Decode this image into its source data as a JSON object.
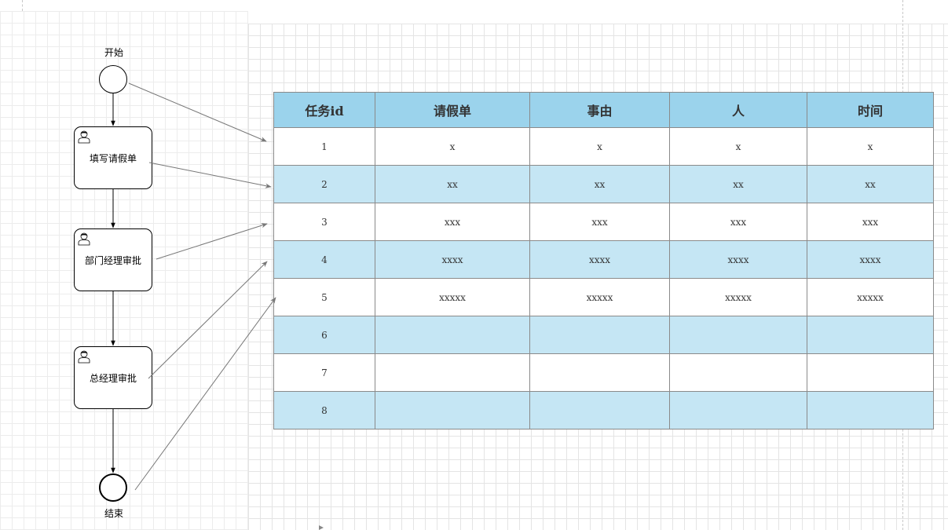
{
  "diagram": {
    "start_label": "开始",
    "end_label": "结束",
    "tasks": [
      {
        "label": "填写请假单"
      },
      {
        "label": "部门经理审批"
      },
      {
        "label": "总经理审批"
      }
    ],
    "flows": [
      {
        "from": "start",
        "to": "task-1"
      },
      {
        "from": "task-1",
        "to": "task-2"
      },
      {
        "from": "task-2",
        "to": "task-3"
      },
      {
        "from": "task-3",
        "to": "end"
      }
    ],
    "associations": [
      {
        "from": "start",
        "to_row": "1"
      },
      {
        "from": "task-1",
        "to_row": "2"
      },
      {
        "from": "task-2",
        "to_row": "3"
      },
      {
        "from": "task-3",
        "to_row": "4"
      },
      {
        "from": "end",
        "to_row": "5"
      }
    ]
  },
  "table": {
    "headers": [
      "任务id",
      "请假单",
      "事由",
      "人",
      "时间"
    ],
    "rows": [
      [
        "1",
        "x",
        "x",
        "x",
        "x"
      ],
      [
        "2",
        "xx",
        "xx",
        "xx",
        "xx"
      ],
      [
        "3",
        "xxx",
        "xxx",
        "xxx",
        "xxx"
      ],
      [
        "4",
        "xxxx",
        "xxxx",
        "xxxx",
        "xxxx"
      ],
      [
        "5",
        "xxxxx",
        "xxxxx",
        "xxxxx",
        "xxxxx"
      ],
      [
        "6",
        "",
        "",
        "",
        ""
      ],
      [
        "7",
        "",
        "",
        "",
        ""
      ],
      [
        "8",
        "",
        "",
        "",
        ""
      ]
    ]
  },
  "colors": {
    "header_bg": "#9bd3ec",
    "row_alt_bg": "#c5e6f4",
    "connector": "#777777"
  }
}
